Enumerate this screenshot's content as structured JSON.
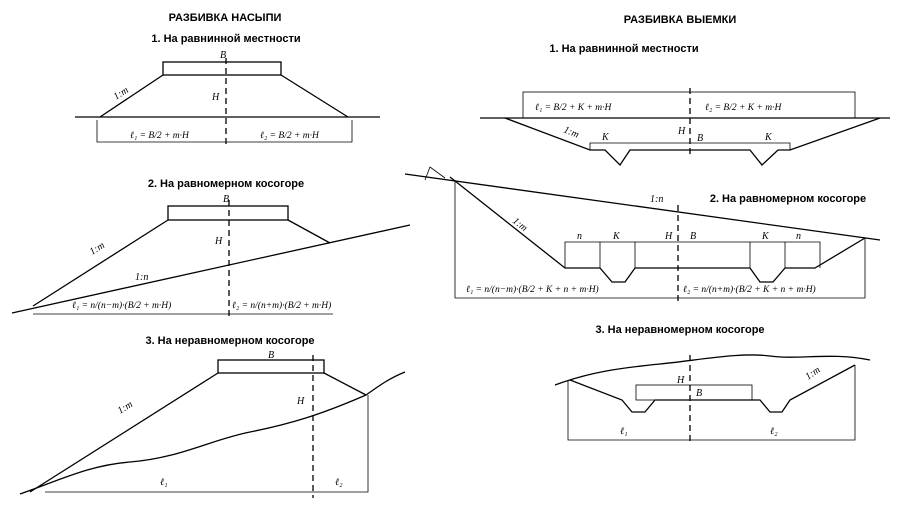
{
  "fill": {
    "title": "РАЗБИВКА НАСЫПИ",
    "case1": {
      "title": "1. На равнинной местности",
      "b": "B",
      "h": "H",
      "slope": "1:m",
      "l1": "ℓ₁ = B/2 + m·H",
      "l2": "ℓ₂ = B/2 + m·H"
    },
    "case2": {
      "title": "2. На равномерном косогоре",
      "b": "B",
      "h": "H",
      "slope": "1:m",
      "ground": "1:n",
      "l1": "ℓ₁ = n/(n−m)·(B/2 + m·H)",
      "l2": "ℓ₂ = n/(n+m)·(B/2 + m·H)"
    },
    "case3": {
      "title": "3. На неравномерном косогоре",
      "b": "B",
      "h": "H",
      "slope": "1:m",
      "l1": "ℓ₁",
      "l2": "ℓ₂"
    }
  },
  "cut": {
    "title": "РАЗБИВКА ВЫЕМКИ",
    "case1": {
      "title": "1. На равнинной местности",
      "b": "B",
      "h": "H",
      "k": "K",
      "slope": "1:m",
      "l1": "ℓ₁ = B/2 + K + m·H",
      "l2": "ℓ₂ = B/2 + K + m·H"
    },
    "case2": {
      "title": "2. На равномерном косогоре",
      "b": "B",
      "h": "H",
      "k": "K",
      "n": "n",
      "slope": "1:m",
      "ground": "1:n",
      "l1": "ℓ₁ = n/(n−m)·(B/2 + K + n + m·H)",
      "l2": "ℓ₂ = n/(n+m)·(B/2 + K + n + m·H)"
    },
    "case3": {
      "title": "3. На неравномерном косогоре",
      "b": "B",
      "h": "H",
      "slope": "1:m",
      "l1": "ℓ₁",
      "l2": "ℓ₂"
    }
  }
}
